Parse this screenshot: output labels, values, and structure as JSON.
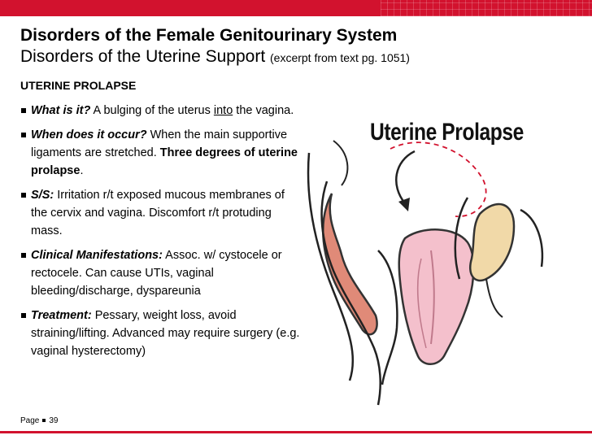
{
  "slide": {
    "title_line1": "Disorders of the Female Genitourinary System",
    "title_line2": "Disorders of the Uterine Support",
    "title_note": "(excerpt from text pg. 1051)",
    "section_heading": "UTERINE PROLAPSE",
    "bullets": [
      {
        "q": "What is it?",
        "text_a": " A bulging of the uterus ",
        "underlined": "into",
        "text_b": " the vagina."
      },
      {
        "q": "When does it occur?",
        "text_a": " When the main supportive ligaments are stretched. ",
        "bold": "Three degrees of uterine prolapse",
        "text_b": "."
      },
      {
        "q": "S/S:",
        "text_a": " Irritation r/t exposed mucous membranes of the cervix and vagina. Discomfort r/t protuding mass."
      },
      {
        "q": "Clinical Manifestations:",
        "text_a": " Assoc. w/ cystocele or rectocele. Can cause UTIs, vaginal bleeding/discharge, dyspareunia"
      },
      {
        "q": "Treatment:",
        "text_a": " Pessary, weight loss, avoid straining/lifting. Advanced may require surgery (e.g. vaginal hysterectomy)"
      }
    ],
    "figure_title": "Uterine Prolapse",
    "footer_label": "Page",
    "page_number": "39"
  },
  "colors": {
    "accent": "#d2122e",
    "uterus": "#f4c0cc",
    "rectum": "#e08a78",
    "bladder": "#f1d9a8"
  }
}
